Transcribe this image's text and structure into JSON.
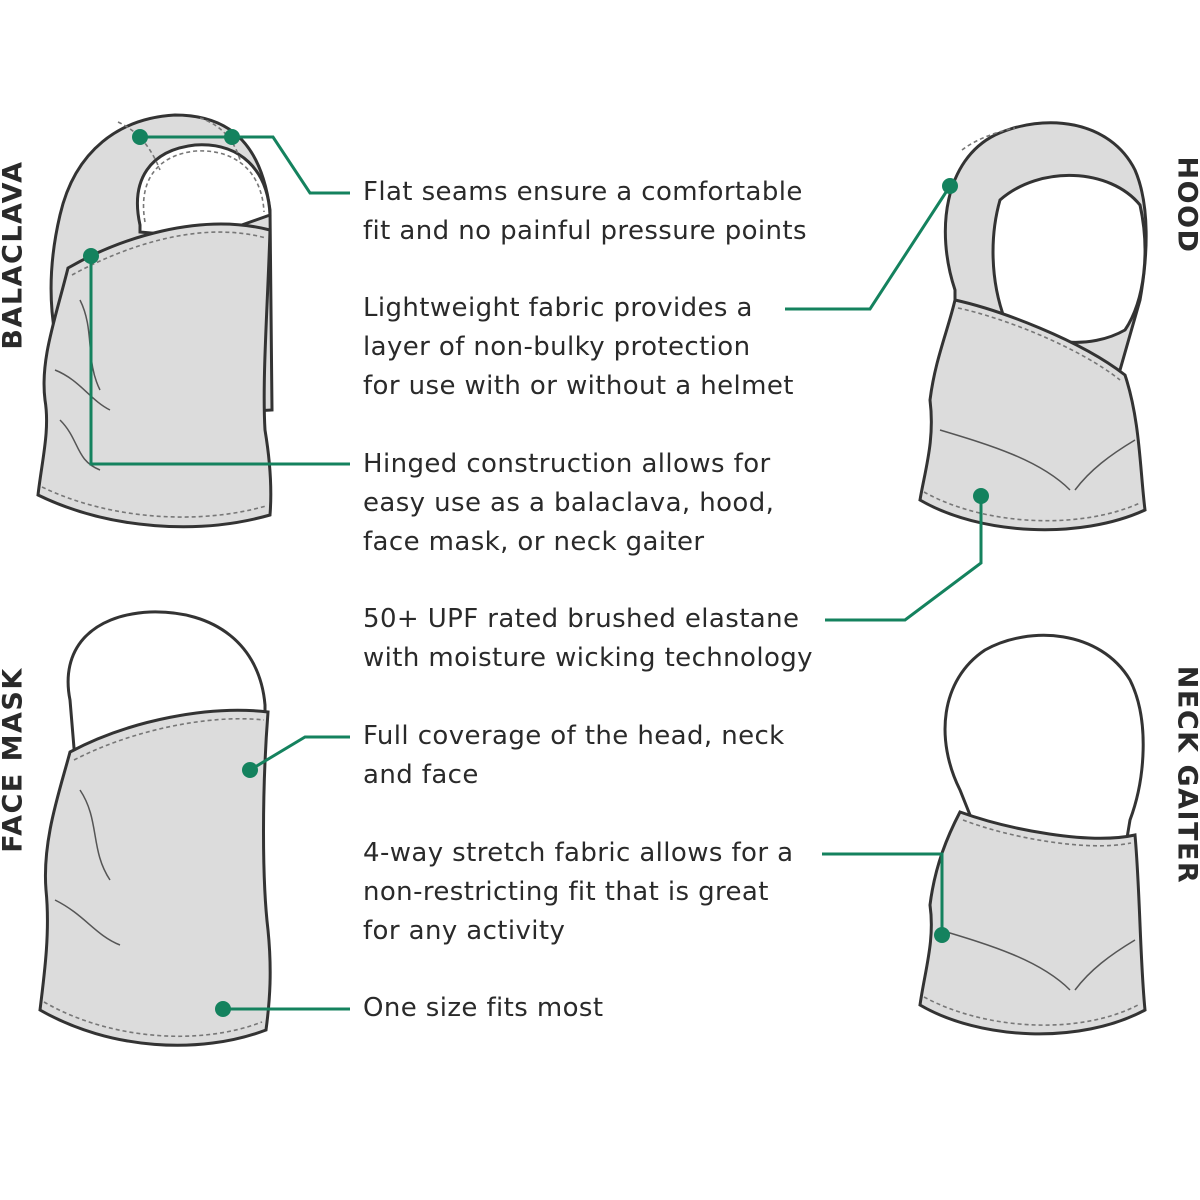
{
  "styles": {
    "balaclava": "BALACLAVA",
    "hood": "HOOD",
    "face_mask": "FACE MASK",
    "neck_gaiter": "NECK GAITER"
  },
  "features": [
    [
      "Flat seams ensure a comfortable",
      "fit and no painful pressure points"
    ],
    [
      "Lightweight fabric provides a",
      "layer of non-bulky protection",
      "for use with or without a helmet"
    ],
    [
      "Hinged construction allows for",
      "easy use as a balaclava, hood,",
      "face mask, or neck gaiter"
    ],
    [
      "50+ UPF rated brushed elastane",
      "with moisture wicking technology"
    ],
    [
      "Full coverage of the head, neck",
      "and face"
    ],
    [
      "4-way stretch fabric allows for a",
      "non-restricting fit that is great",
      "for any activity"
    ],
    [
      "One size fits most"
    ]
  ],
  "colors": {
    "accent": "#14825e",
    "fabric": "#dcdcdc",
    "outline": "#333333",
    "seam": "#777777",
    "text": "#2a2a2a"
  }
}
